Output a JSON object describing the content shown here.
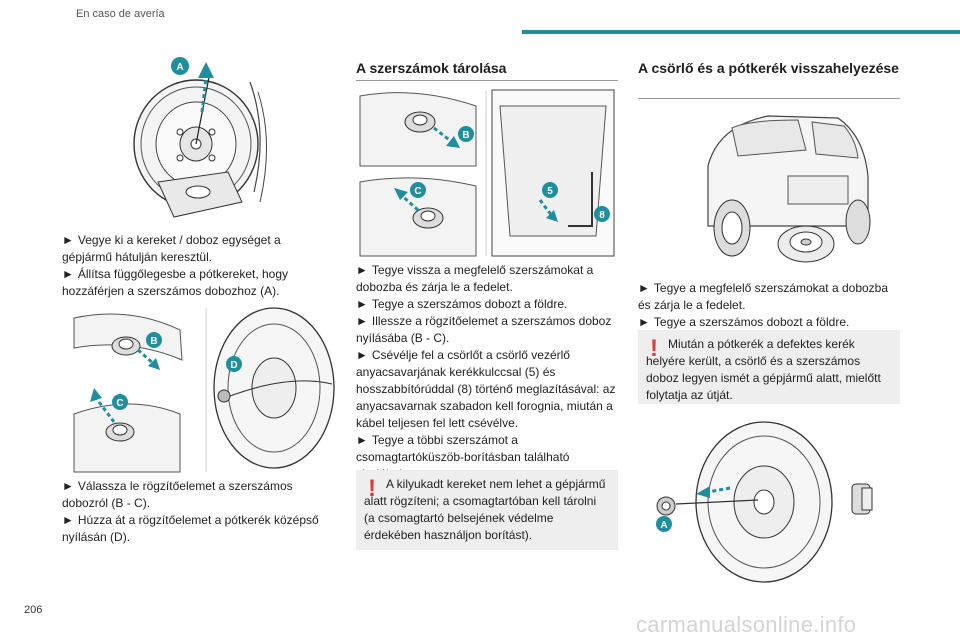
{
  "header": {
    "section_title": "En caso de avería"
  },
  "page_number": "206",
  "watermark": "carmanualsonline.info",
  "col1": {
    "callout_a": "A",
    "para1": [
      {
        "bullet": "►",
        "text": "Vegye ki a kereket / doboz egységet a gépjármű hátulján keresztül."
      },
      {
        "bullet": "►",
        "text": "Állítsa függőlegesbe a pótkereket, hogy hozzáférjen a szerszámos dobozhoz (A)."
      }
    ],
    "callouts_fig2": [
      "B",
      "C",
      "D"
    ],
    "para2": [
      {
        "bullet": "►",
        "text": "Válassza le rögzítőelemet a szerszámos dobozról (B - C)."
      },
      {
        "bullet": "►",
        "text": "Húzza át a rögzítőelemet a pótkerék középső nyílásán (D)."
      }
    ]
  },
  "col2": {
    "title": "A szerszámok tárolása",
    "callouts": [
      "B",
      "C",
      "5",
      "8"
    ],
    "steps": [
      {
        "bullet": "►",
        "text": "Tegye vissza a megfelelő szerszámokat a dobozba és zárja le a fedelet."
      },
      {
        "bullet": "►",
        "text": "Tegye a szerszámos dobozt a földre."
      },
      {
        "bullet": "►",
        "text": "Illessze a rögzítőelemet a szerszámos doboz nyílásába (B - C)."
      },
      {
        "bullet": "►",
        "text": "Csévélje fel a csörlőt a csörlő vezérlő anyacsavarjának kerékkulccsal (5) és hosszabbítórúddal (8) történő meglazításával: az anyacsavarnak szabadon kell forognia, miután a kábel teljesen fel lett csévélve."
      },
      {
        "bullet": "►",
        "text": "Tegye a többi szerszámot a csomagtartóküszöb-borításban található tárolóhelyre."
      }
    ],
    "warning": "A kilyukadt kereket nem lehet a gépjármű alatt rögzíteni; a csomagtartóban kell tárolni (a csomagtartó belsejének védelme érdekében használjon borítást)."
  },
  "col3": {
    "title": "A csörlő és a pótkerék visszahelyezése",
    "steps": [
      {
        "bullet": "►",
        "text": "Tegye a megfelelő szerszámokat a dobozba és zárja le a fedelet."
      },
      {
        "bullet": "►",
        "text": "Tegye a szerszámos dobozt a földre."
      }
    ],
    "warning": "Miután a pótkerék a defektes kerék helyére került, a csörlő és a szerszámos doboz legyen ismét a gépjármű alatt, mielőtt folytatja az útját.",
    "callout_a": "A"
  },
  "colors": {
    "accent": "#1f8f9e",
    "warning": "#e03a3a",
    "warning_bg": "#eeeeef"
  }
}
